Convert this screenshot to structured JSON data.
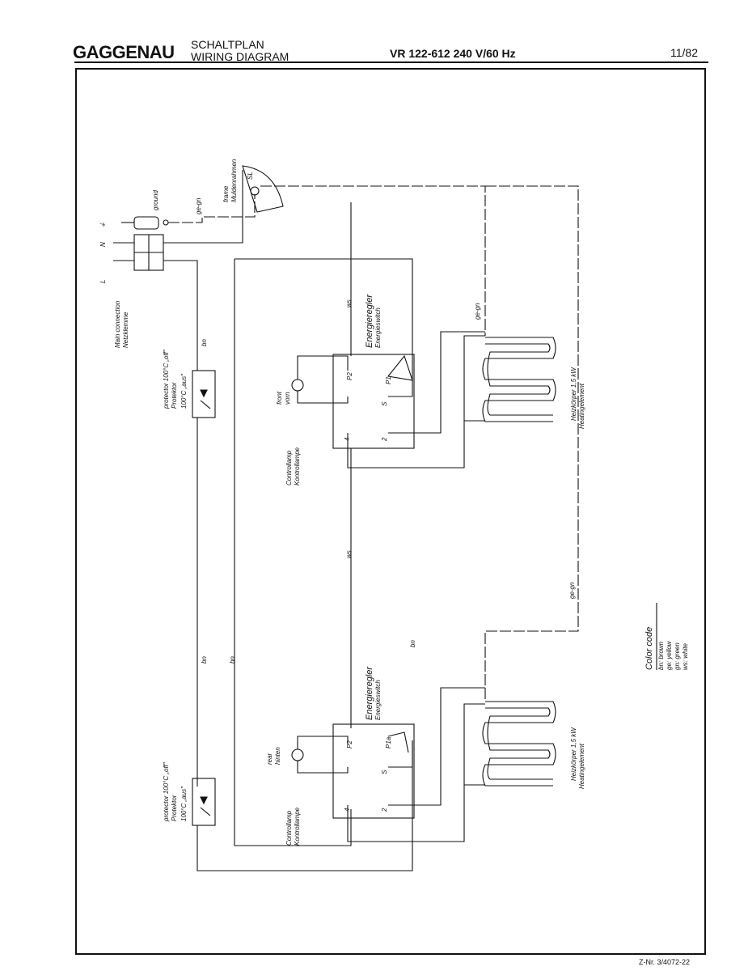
{
  "header": {
    "brand": "GAGGENAU",
    "title_de": "SCHALTPLAN",
    "title_en": "WIRING DIAGRAM",
    "model": "VR 122-612 240 V/60 Hz",
    "date": "11/82"
  },
  "footer": {
    "drawing_no": "Z-Nr. 3/4072-22"
  },
  "labels": {
    "ground": "ground",
    "ge_gn": "ge-gn",
    "frame_de": "Muldenrahmen",
    "frame_en": "frame",
    "sl": "SL",
    "terminal_L": "L",
    "terminal_N": "N",
    "terminal_E": "⏚",
    "main_conn_en": "Main connection",
    "main_conn_de": "Netzklemme",
    "protector_top_en": "protector 100°C „off\"",
    "protector_top_de": "Protektor",
    "protector_top_de2": "100°C „aus\"",
    "protector_bot_en": "protector 100°C „off\"",
    "protector_bot_de": "Protektor",
    "protector_bot_de2": "100°C „aus\"",
    "bn": "bn",
    "ws": "ws",
    "front_en": "front",
    "front_de": "vorn",
    "rear_en": "rear",
    "rear_de": "hinten",
    "ctrl_en": "Controllamp",
    "ctrl_de": "Kontrollampe",
    "es_de": "Energieregler",
    "es_en": "Energieswitch",
    "p1": "P1",
    "p2": "P2",
    "p1a": "P1a",
    "s": "S",
    "n2": "2",
    "n4": "4",
    "heater_top_de": "Heizkörper 1,5 kW",
    "heater_top_en": "Heatingelement",
    "heater_bot_de": "Heizkörper 1,5 kW",
    "heater_bot_en": "Heatingelement",
    "color_code_title": "Color code",
    "cc_bn": "bn: brown",
    "cc_ge": "ge: yellow",
    "cc_gn": "gn: green",
    "cc_ws": "ws: white"
  }
}
